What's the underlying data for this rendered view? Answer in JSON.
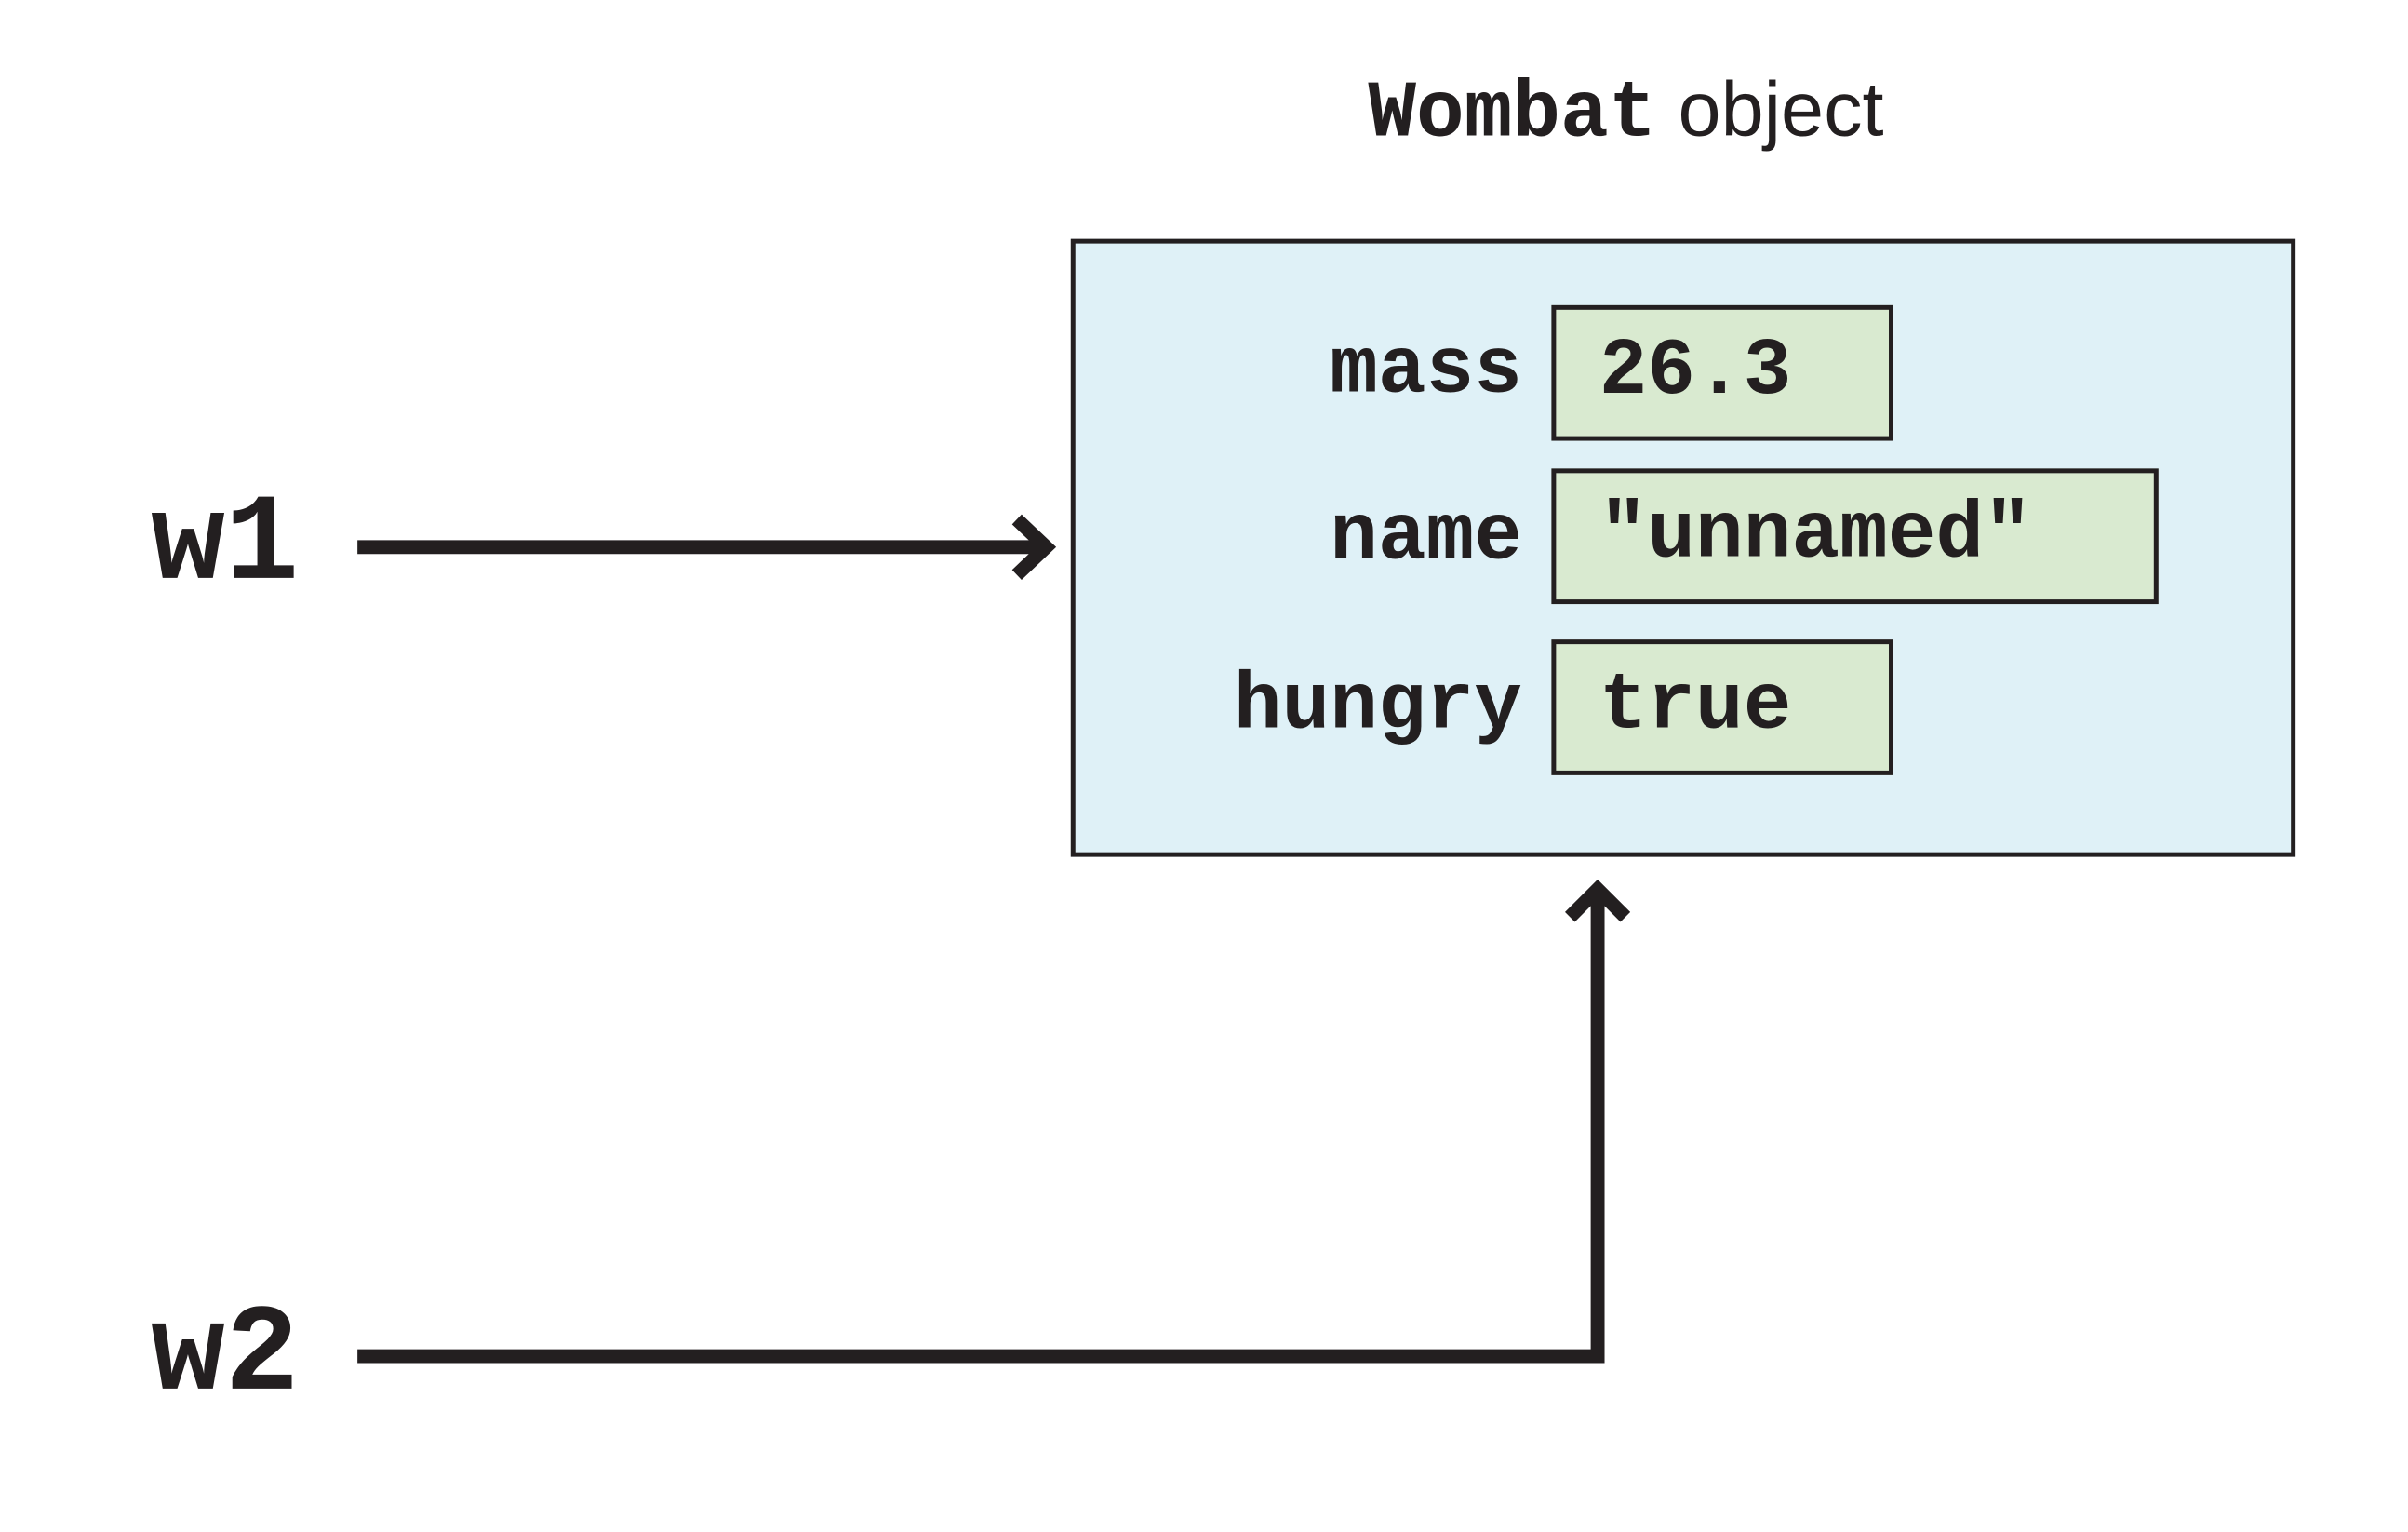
{
  "title": {
    "class_name": "Wombat",
    "word": "object"
  },
  "fields": [
    {
      "name": "mass",
      "value": "26.3"
    },
    {
      "name": "name",
      "value": "\"unnamed\""
    },
    {
      "name": "hungry",
      "value": "true"
    }
  ],
  "variables": [
    {
      "label": "w1"
    },
    {
      "label": "w2"
    }
  ],
  "colors": {
    "object_fill": "#dff1f7",
    "field_fill": "#d9ead0",
    "ink": "#231f20"
  }
}
